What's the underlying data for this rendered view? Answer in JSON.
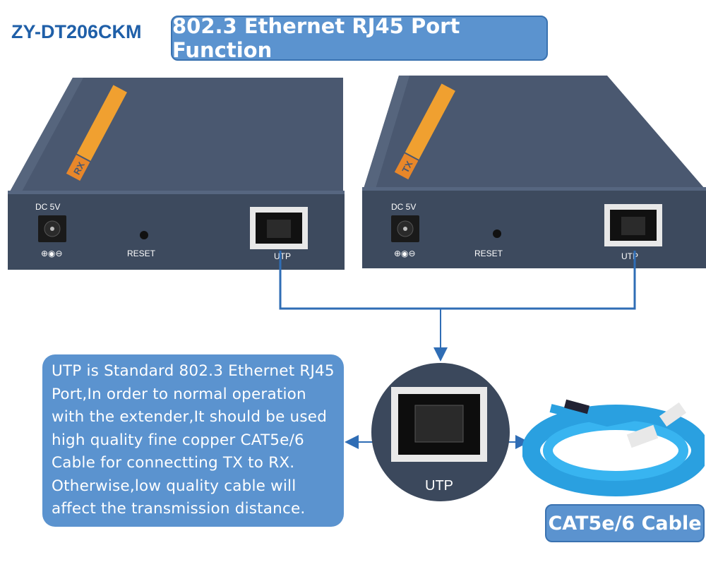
{
  "header": {
    "model": "ZY-DT206CKM",
    "title": "802.3 Ethernet RJ45 Port Function"
  },
  "devices": [
    {
      "role": "RX",
      "power_label": "DC 5V",
      "polarity_label": "⊕◉⊖",
      "reset_label": "RESET",
      "port_label": "UTP"
    },
    {
      "role": "TX",
      "power_label": "DC 5V",
      "polarity_label": "⊕◉⊖",
      "reset_label": "RESET",
      "port_label": "UTP"
    }
  ],
  "closeup": {
    "port_label": "UTP"
  },
  "description": {
    "lines": [
      "UTP is Standard 802.3 Ethernet RJ45",
      "Port,In order to normal operation",
      "with the extender,It should be used",
      "high quality fine copper CAT5e/6",
      "Cable for connectting TX to RX.",
      "Otherwise,low quality cable will",
      "affect the transmission distance."
    ]
  },
  "cable": {
    "label": "CAT5e/6 Cable"
  },
  "colors": {
    "accent": "#5b93cf",
    "model_text": "#1f5fa8",
    "line": "#2f6db5",
    "device_body": "#3f4c60",
    "label_orange": "#e8872a"
  }
}
